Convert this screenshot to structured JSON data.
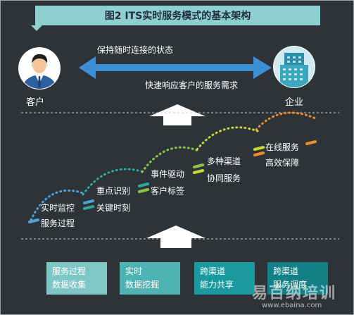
{
  "title": "图2  ITS实时服务模式的基本架构",
  "customer": {
    "label": "客户",
    "icon": "person-avatar-icon"
  },
  "enterprise": {
    "label": "企业",
    "icon": "building-icon"
  },
  "arrow_top_label": "保持随时连接的状态",
  "arrow_bottom_label": "快速响应客户的服务需求",
  "stages": [
    {
      "upper": "实时监控",
      "lower": "服务过程",
      "color": "#4da3d8"
    },
    {
      "upper": "重点识别",
      "lower": "关键时刻",
      "color": "#2fa99a"
    },
    {
      "upper": "事件驱动",
      "lower": "客户标签",
      "color": "#8fc44a"
    },
    {
      "upper": "多种渠道",
      "lower": "协同服务",
      "color": "#c9d834"
    },
    {
      "upper": "在线服务",
      "lower": "高效保障",
      "color": "#f08a2a"
    }
  ],
  "boxes": [
    {
      "line1": "服务过程",
      "line2": "数据收集",
      "color": "#7fc7c4"
    },
    {
      "line1": "实时",
      "line2": "数据挖掘",
      "color": "#4fb3b3"
    },
    {
      "line1": "跨渠道",
      "line2": "能力共享",
      "color": "#1a9a9e"
    },
    {
      "line1": "跨渠道",
      "line2": "服务调度",
      "color": "#137f86"
    }
  ],
  "watermark": {
    "text": "易百纳培训",
    "url": "www.ebaina.com"
  }
}
